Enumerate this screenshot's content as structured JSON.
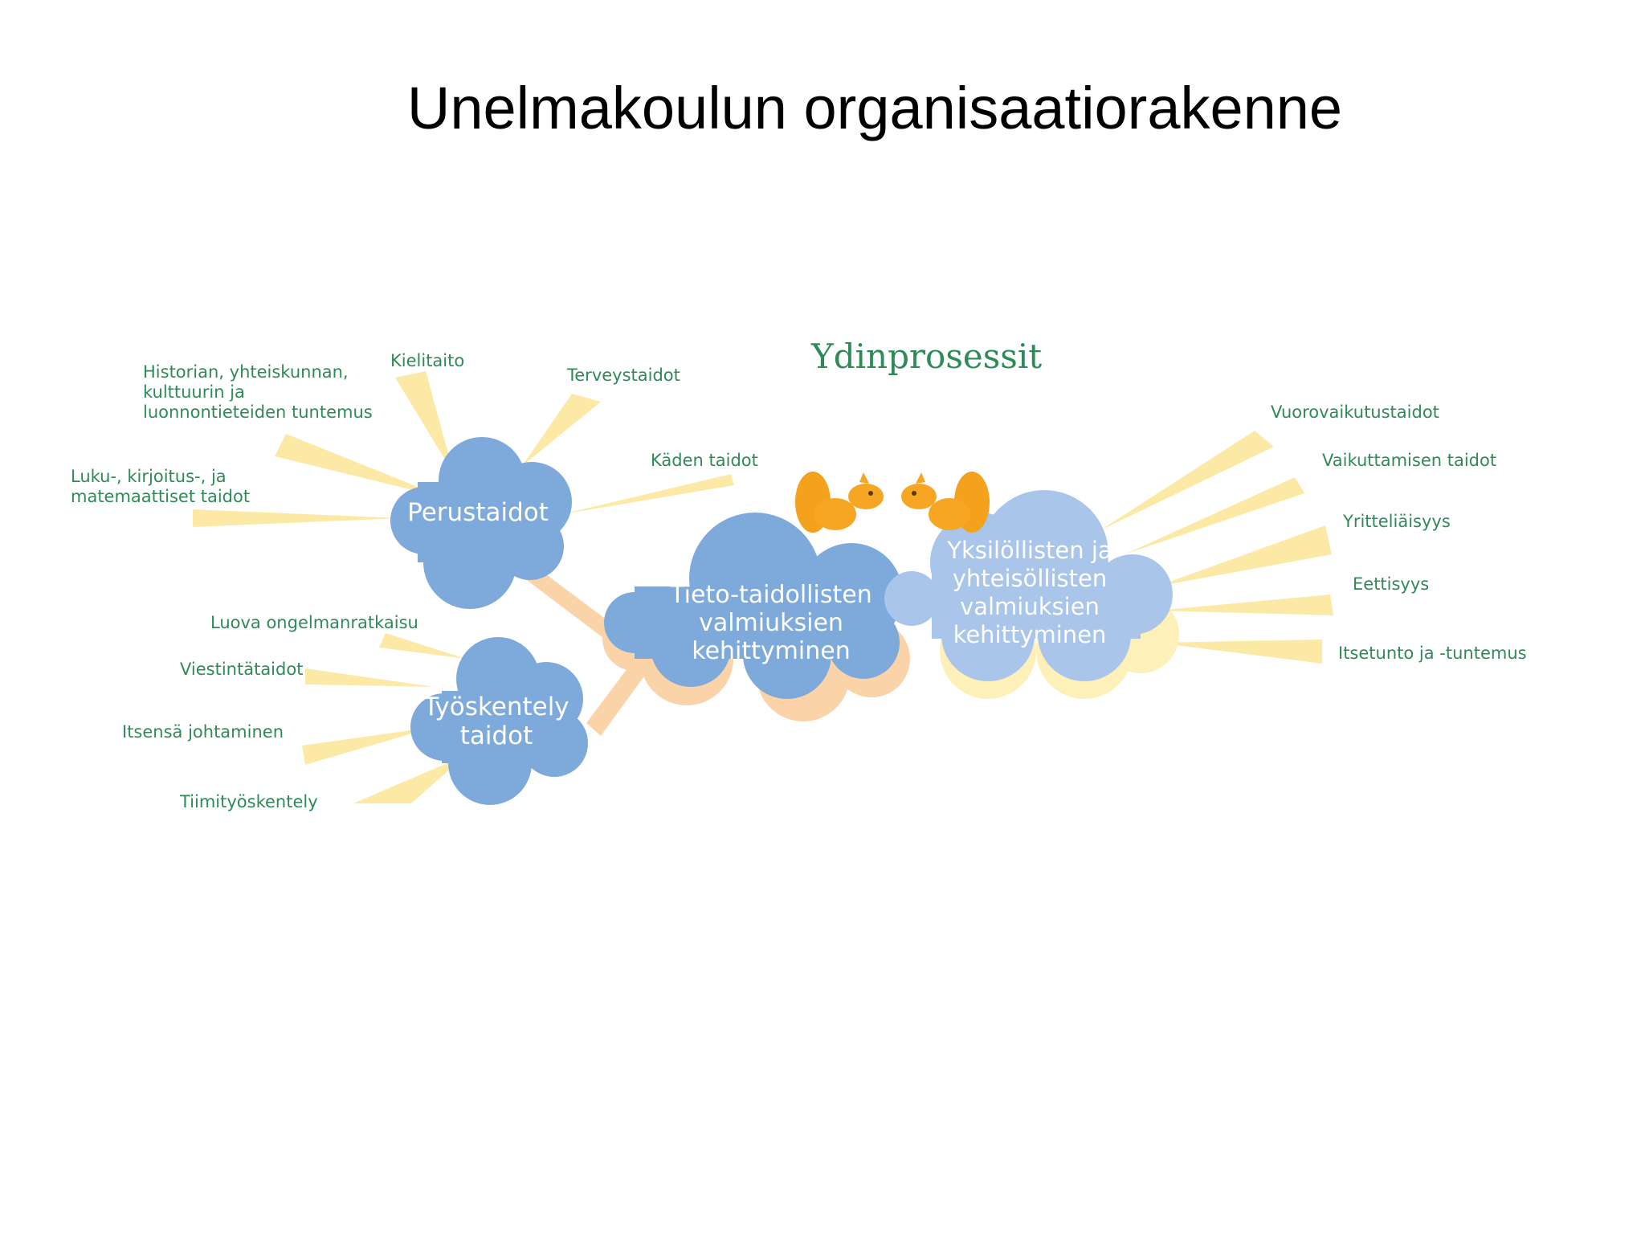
{
  "title": "Unelmakoulun organisaatiorakenne",
  "header": "Ydinprosessit",
  "colors": {
    "cloud_blue": "#7eaadb",
    "cloud_light": "#a9c5ea",
    "ray_yellow": "#fde9a6",
    "connector_peach": "#fbd3a9",
    "label_green": "#2e8b57",
    "squirrel_orange": "#f6a623"
  },
  "clouds": {
    "perustaidot": {
      "lines": [
        "Perustaidot"
      ]
    },
    "tyoskentely": {
      "lines": [
        "Työskentely",
        "taidot"
      ]
    },
    "tieto": {
      "lines": [
        "Tieto-taidollisten",
        "valmiuksien",
        "kehittyminen"
      ]
    },
    "yksilo": {
      "lines": [
        "Yksilöllisten ja",
        "yhteisöllisten",
        "valmiuksien",
        "kehittyminen"
      ]
    }
  },
  "perustaidot_labels": [
    {
      "lines": [
        "Historian, yhteiskunnan,",
        "kulttuurin ja",
        "luonnontieteiden tuntemus"
      ]
    },
    {
      "lines": [
        "Kielitaito"
      ]
    },
    {
      "lines": [
        "Terveystaidot"
      ]
    },
    {
      "lines": [
        "Käden taidot"
      ]
    },
    {
      "lines": [
        "Luku-, kirjoitus-, ja",
        "matemaattiset taidot"
      ]
    }
  ],
  "tyoskentely_labels": [
    {
      "lines": [
        "Luova ongelmanratkaisu"
      ]
    },
    {
      "lines": [
        "Viestintätaidot"
      ]
    },
    {
      "lines": [
        "Itsensä johtaminen"
      ]
    },
    {
      "lines": [
        "Tiimityöskentely"
      ]
    }
  ],
  "yksilo_labels": [
    {
      "lines": [
        "Vuorovaikutustaidot"
      ]
    },
    {
      "lines": [
        "Vaikuttamisen taidot"
      ]
    },
    {
      "lines": [
        "Yritteliäisyys"
      ]
    },
    {
      "lines": [
        "Eettisyys"
      ]
    },
    {
      "lines": [
        "Itsetunto ja -tuntemus"
      ]
    }
  ],
  "icons": [
    "squirrel-left-icon",
    "squirrel-right-icon"
  ]
}
